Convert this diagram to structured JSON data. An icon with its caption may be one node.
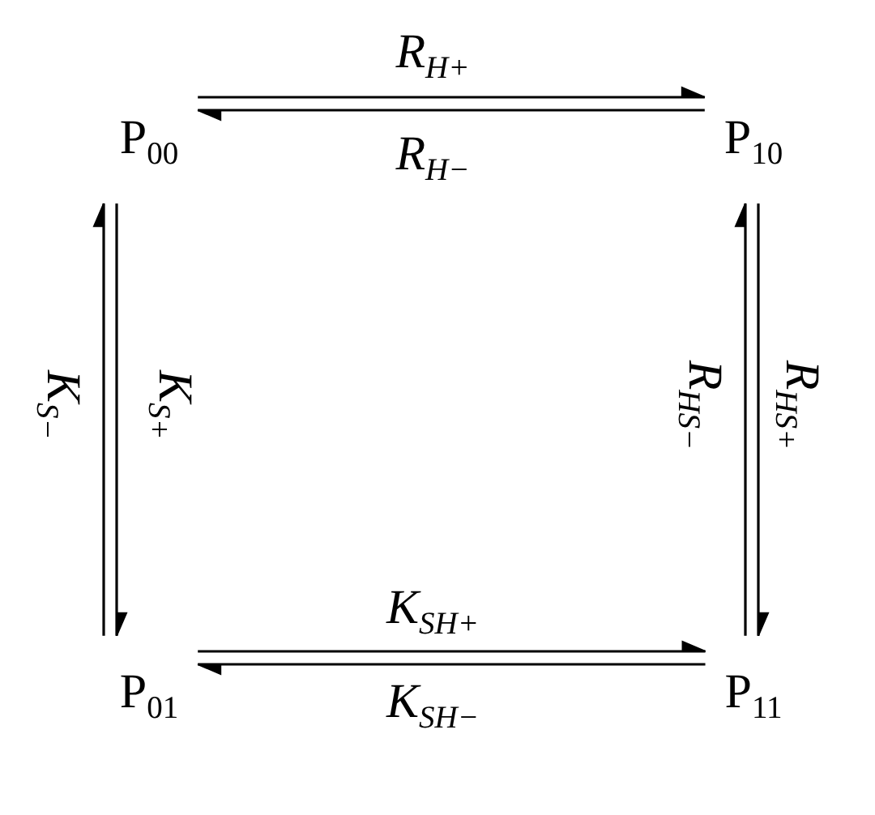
{
  "diagram": {
    "nodes": [
      {
        "text": [
          "P$_{00}$"
        ]
      },
      {
        "text": [
          "P$_{10}$"
        ]
      },
      {
        "text": [
          "P$_{01}$"
        ]
      },
      {
        "text": [
          "P$_{11}$"
        ]
      }
    ],
    "edges": [
      {
        "from": 0,
        "to": 1,
        "arrow": "to",
        "label": "R$_{H+}$"
      },
      {
        "from": 1,
        "to": 0,
        "arrow": "to",
        "label": "R$_{H−}$"
      },
      {
        "from": 0,
        "to": 2,
        "arrow": "to",
        "label": "K$_{S+}$"
      },
      {
        "from": 2,
        "to": 0,
        "arrow": "to",
        "label": "K$_{S−}$"
      },
      {
        "from": 1,
        "to": 3,
        "arrow": "to",
        "label": "R$_{HS+}$"
      },
      {
        "from": 3,
        "to": 1,
        "arrow": "to",
        "label": "R$_{HS−}$"
      },
      {
        "from": 2,
        "to": 3,
        "arrow": "to",
        "label": "K$_{SH+}$"
      },
      {
        "from": 3,
        "to": 2,
        "arrow": "to",
        "label": "K$_{SH−}$"
      }
    ]
  }
}
